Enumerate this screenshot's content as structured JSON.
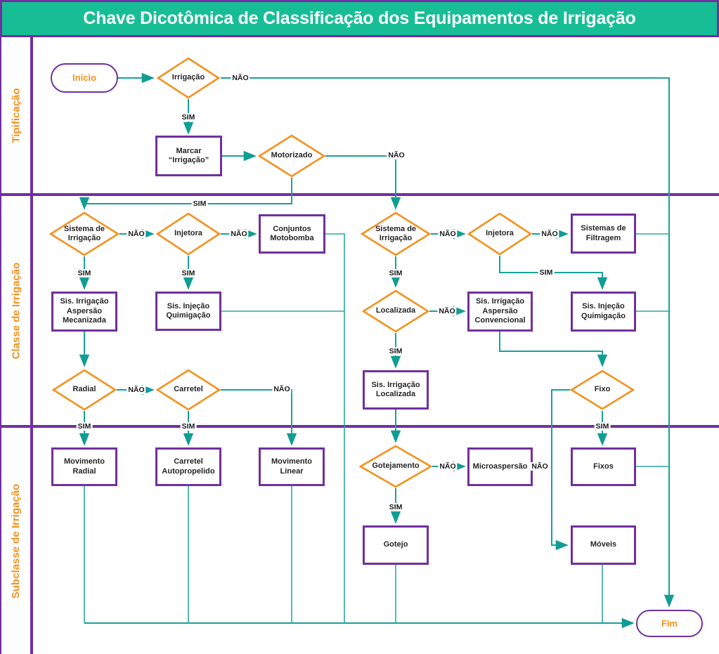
{
  "title": "Chave Dicotômica de Classificação dos Equipamentos de Irrigação",
  "lanes": {
    "lane1": "Tipificação",
    "lane2": "Classe de Irrigação",
    "lane3": "Subclasse de Irrigação"
  },
  "labels": {
    "yes": "SIM",
    "no": "NÃO"
  },
  "nodes": {
    "inicio": "Início",
    "fim": "Fim",
    "irrigacao": "Irrigação",
    "marcar": "Marcar “Irrigação”",
    "motorizado": "Motorizado",
    "sistema_esq": "Sistema de Irrigação",
    "injetora_esq": "Injetora",
    "conjuntos": "Conjuntos Motobomba",
    "asp_mecanizada": "Sis. Irrigação Aspersão Mecanizada",
    "quimigacao_esq": "Sis. Injeção Quimigação",
    "radial": "Radial",
    "carretel": "Carretel",
    "mov_radial": "Movimento Radial",
    "autopropelido": "Carretel Autopropelido",
    "mov_linear": "Movimento Linear",
    "sistema_dir": "Sistema de Irrigação",
    "injetora_dir": "Injetora",
    "filtragem": "Sistemas de Filtragem",
    "quimigacao_dir": "Sis. Injeção Quimigação",
    "localizada": "Localizada",
    "asp_convencional": "Sis. Irrigação Aspersão Convencional",
    "sis_localizada": "Sis. Irrigação Localizada",
    "fixo": "Fixo",
    "gotejamento": "Gotejamento",
    "microaspersao": "Microaspersão",
    "fixos": "Fixos",
    "gotejo": "Gotejo",
    "moveis": "Móveis"
  },
  "colors": {
    "title_bg": "#17BE95",
    "lane_border": "#7030A0",
    "node_border_process": "#7030A0",
    "node_border_decision": "#F5911E",
    "connector": "#17A29A",
    "accent_text": "#F5911E"
  }
}
